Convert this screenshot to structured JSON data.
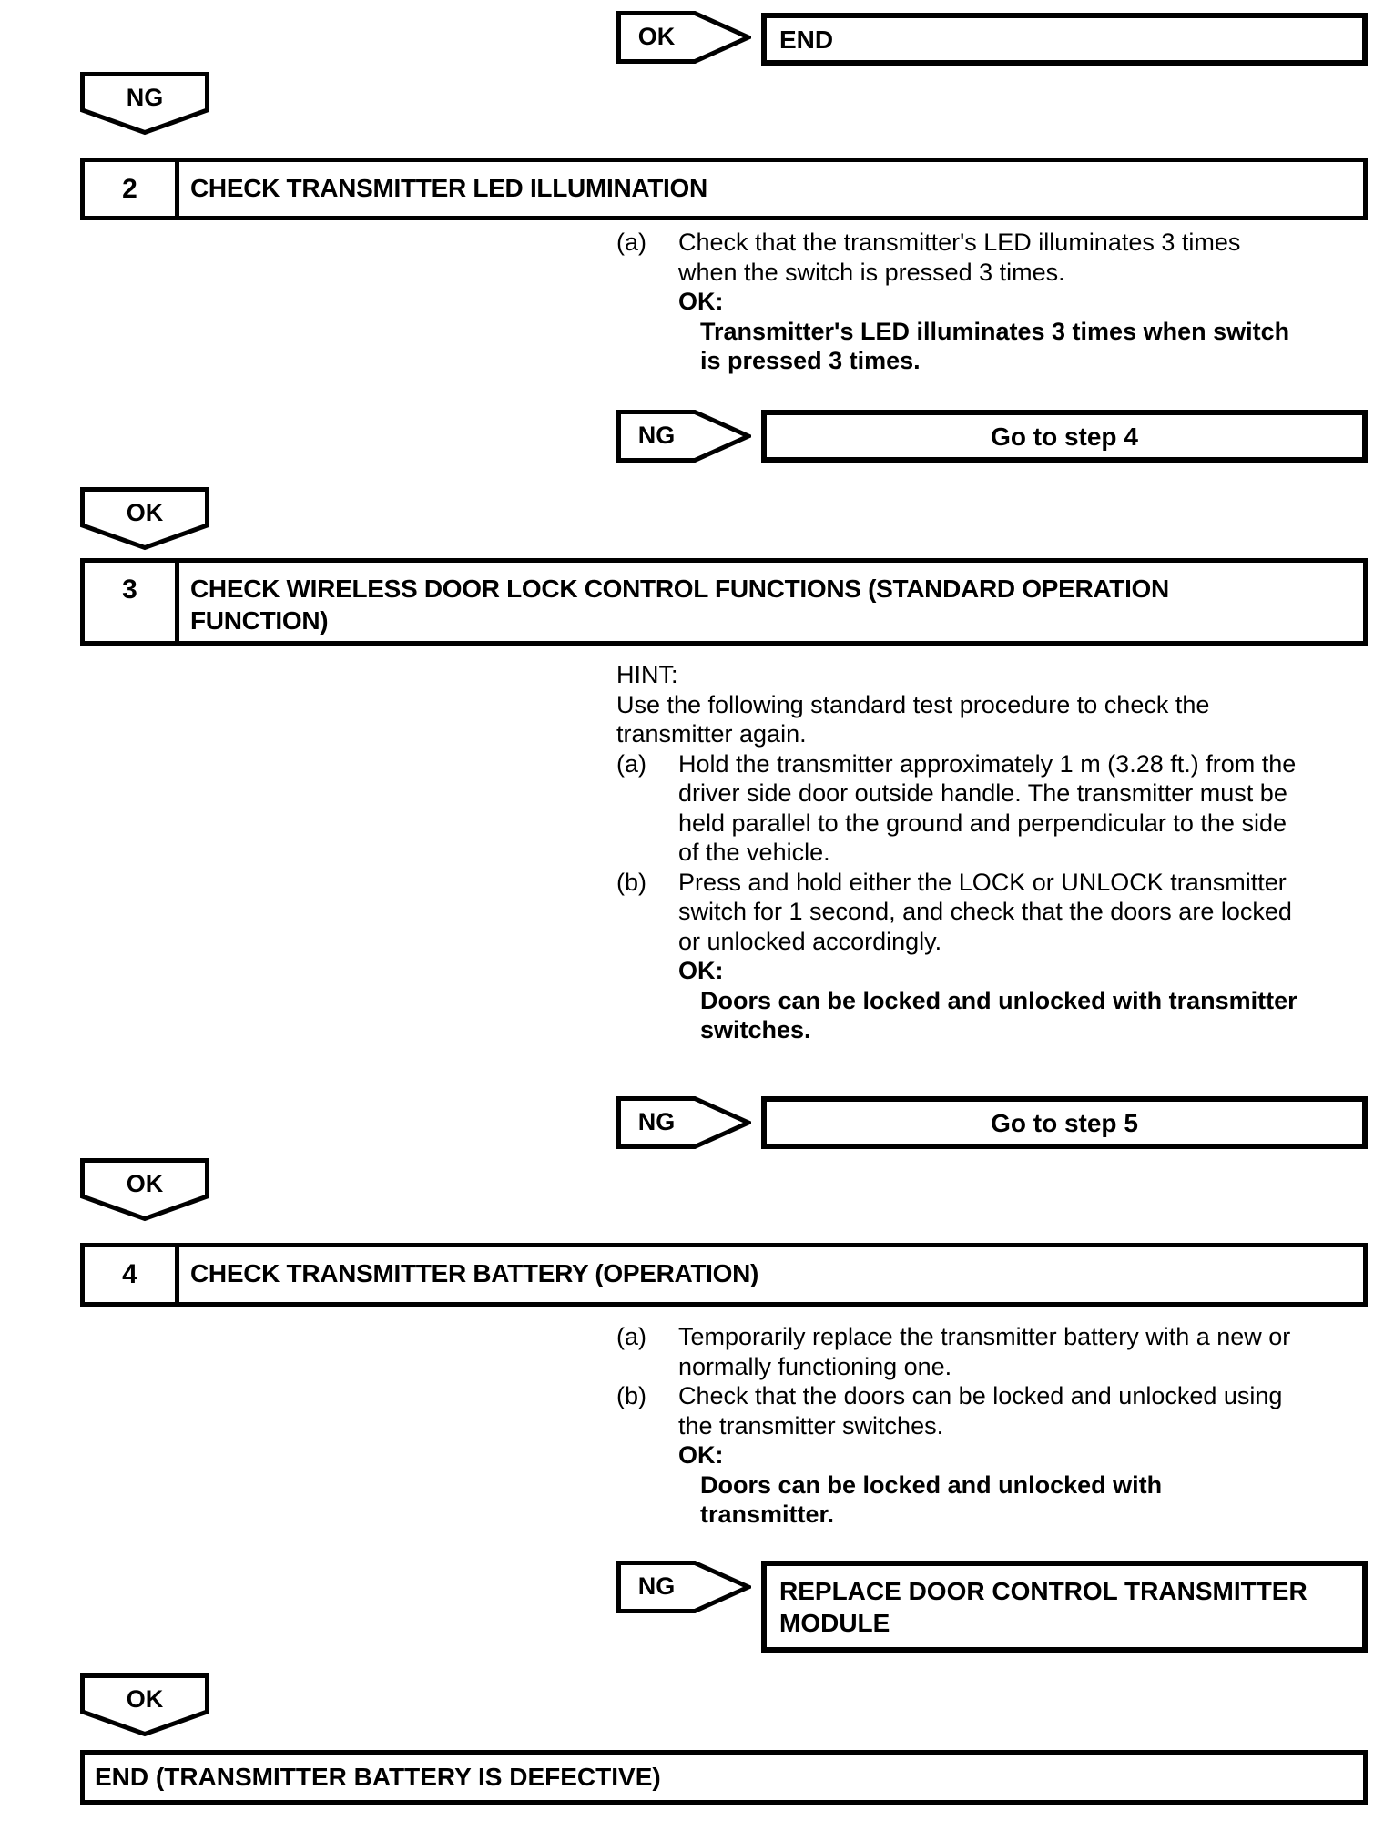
{
  "colors": {
    "ink": "#000000",
    "paper": "#ffffff"
  },
  "top_row": {
    "arrow": "OK",
    "result": "END"
  },
  "ng_from_step1": "NG",
  "step2": {
    "number": "2",
    "title": "CHECK TRANSMITTER LED ILLUMINATION",
    "item_a_marker": "(a)",
    "item_a_line1": "Check that the transmitter's LED illuminates 3 times",
    "item_a_line2": "when the switch is pressed 3 times.",
    "ok_label": "OK:",
    "ok_cond_line1": "Transmitter's LED illuminates 3 times when switch",
    "ok_cond_line2": "is pressed 3 times.",
    "ng_arrow": "NG",
    "ng_result": "Go to step 4",
    "ok_arrow": "OK"
  },
  "step3": {
    "number": "3",
    "title_line1": "CHECK WIRELESS DOOR LOCK CONTROL FUNCTIONS (STANDARD OPERATION",
    "title_line2": "FUNCTION)",
    "hint_label": "HINT:",
    "hint_line1": "Use the following standard test procedure to check the",
    "hint_line2": "transmitter again.",
    "item_a_marker": "(a)",
    "item_a_line1": "Hold the transmitter approximately 1 m (3.28 ft.) from the",
    "item_a_line2": "driver side door outside handle. The transmitter must be",
    "item_a_line3": "held parallel to the ground and perpendicular to the side",
    "item_a_line4": "of the vehicle.",
    "item_b_marker": "(b)",
    "item_b_line1": "Press and hold either the LOCK or UNLOCK transmitter",
    "item_b_line2": "switch for 1 second, and check that the doors are locked",
    "item_b_line3": "or unlocked accordingly.",
    "ok_label": "OK:",
    "ok_cond_line1": "Doors can be locked and unlocked with transmitter",
    "ok_cond_line2": "switches.",
    "ng_arrow": "NG",
    "ng_result": "Go to step 5",
    "ok_arrow": "OK"
  },
  "step4": {
    "number": "4",
    "title": "CHECK TRANSMITTER BATTERY (OPERATION)",
    "item_a_marker": "(a)",
    "item_a_line1": "Temporarily replace the transmitter battery with a new or",
    "item_a_line2": "normally functioning one.",
    "item_b_marker": "(b)",
    "item_b_line1": "Check that the doors can be locked and unlocked using",
    "item_b_line2": "the transmitter switches.",
    "ok_label": "OK:",
    "ok_cond_line1": "Doors can be locked and unlocked with",
    "ok_cond_line2": "transmitter.",
    "ng_arrow": "NG",
    "ng_result_line1": "REPLACE DOOR CONTROL TRANSMITTER",
    "ng_result_line2": "MODULE",
    "ok_arrow": "OK"
  },
  "end_box": "END (TRANSMITTER BATTERY IS DEFECTIVE)"
}
